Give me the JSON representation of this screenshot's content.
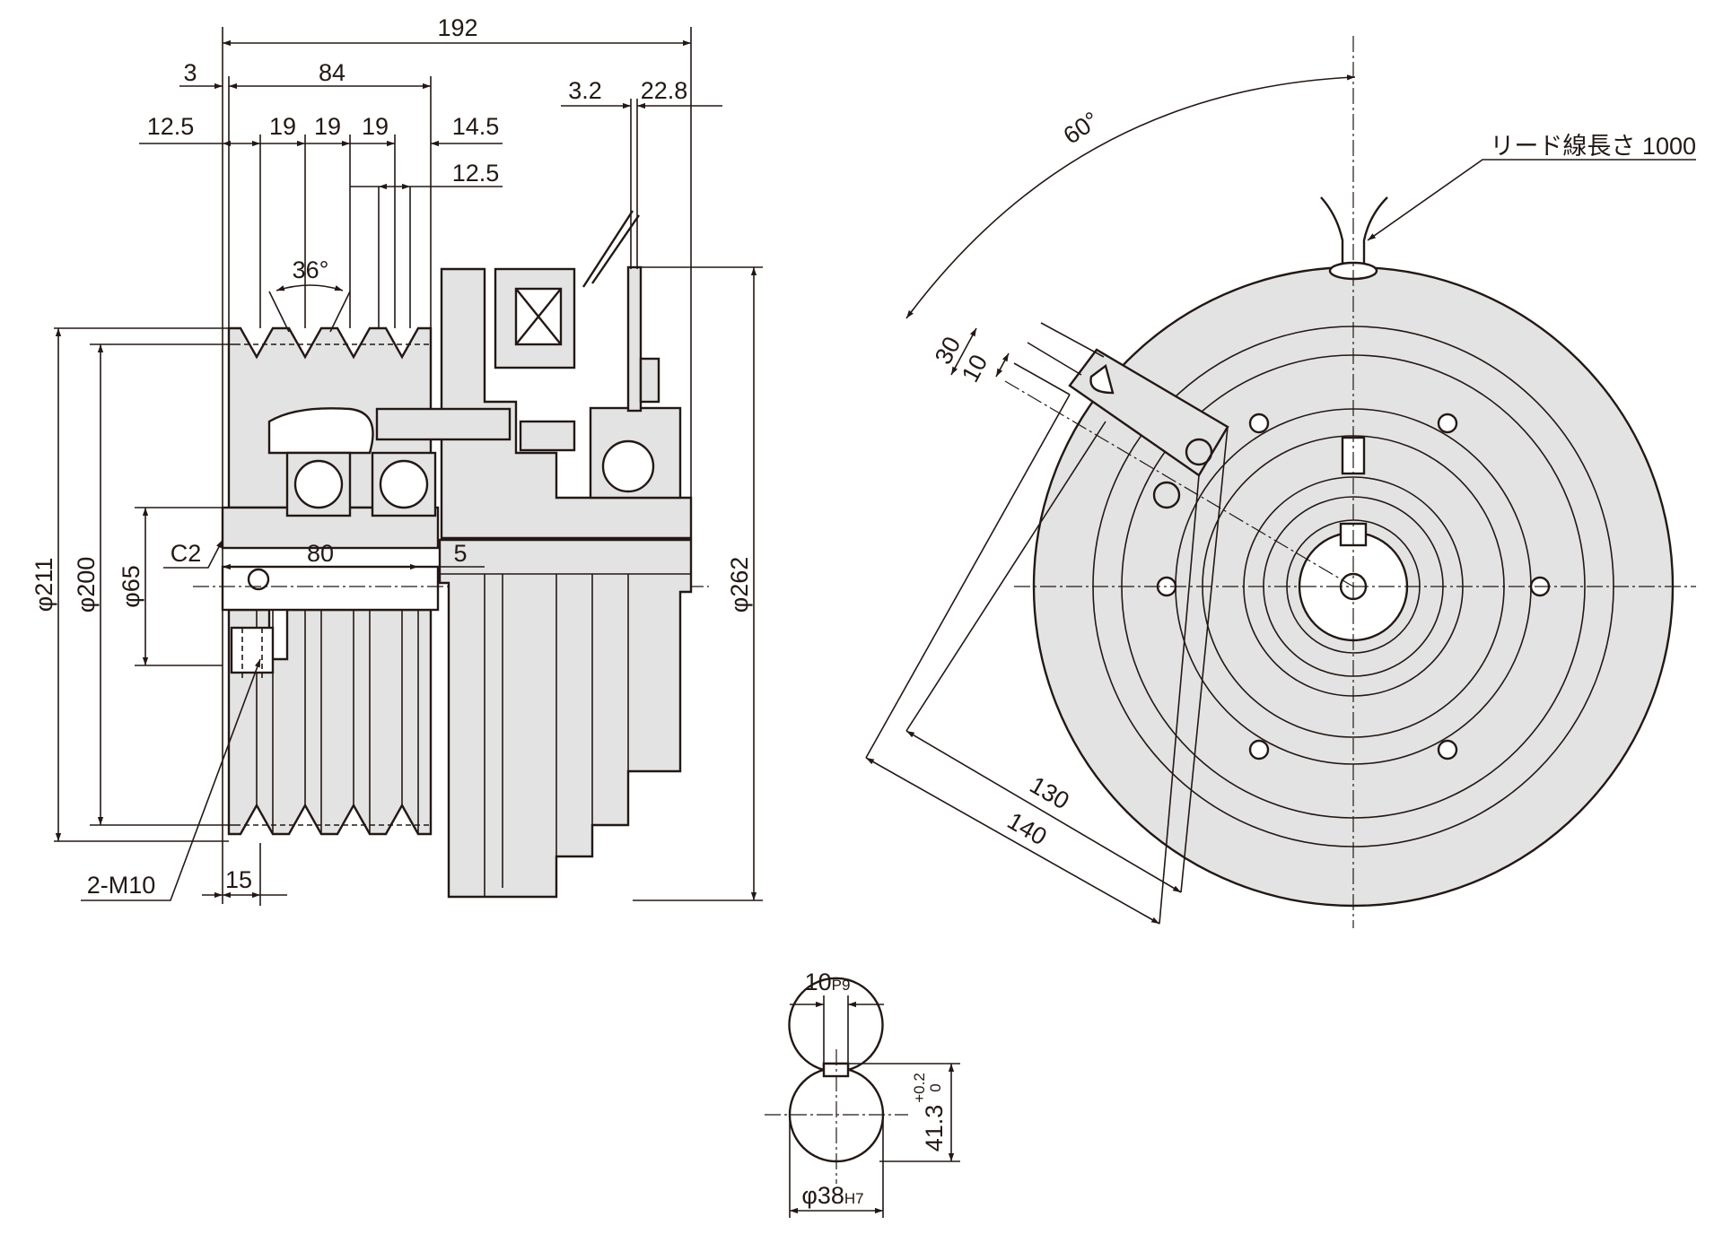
{
  "side_view": {
    "dims": {
      "overall_width": "192",
      "gap": "3",
      "pulley_width": "84",
      "edge_left": "12.5",
      "pitch_1": "19",
      "pitch_2": "19",
      "pitch_3": "19",
      "edge_right": "14.5",
      "inner_right": "12.5",
      "groove_angle": "36°",
      "air_gap": "3.2",
      "armature_offset": "22.8",
      "dia_211": "φ211",
      "dia_200": "φ200",
      "dia_65": "φ65",
      "dia_262": "φ262",
      "chamfer": "C2",
      "hub_length": "80",
      "step": "5",
      "tap": "2-M10",
      "tap_pos": "15"
    }
  },
  "front_view": {
    "dims": {
      "angle": "60°",
      "lead_wire": "リード線長さ 1000",
      "arm_30": "30",
      "arm_10": "10",
      "arm_130": "130",
      "arm_140": "140"
    }
  },
  "keyway_view": {
    "dims": {
      "key_width": "10",
      "key_width_tol": "P9",
      "key_depth": "41.3",
      "key_depth_tol_upper": "+0.2",
      "key_depth_tol_lower": "0",
      "bore": "φ38",
      "bore_tol": "H7"
    }
  },
  "colors": {
    "line": "#231815",
    "fill": "#e3e3e3",
    "background": "#ffffff"
  }
}
